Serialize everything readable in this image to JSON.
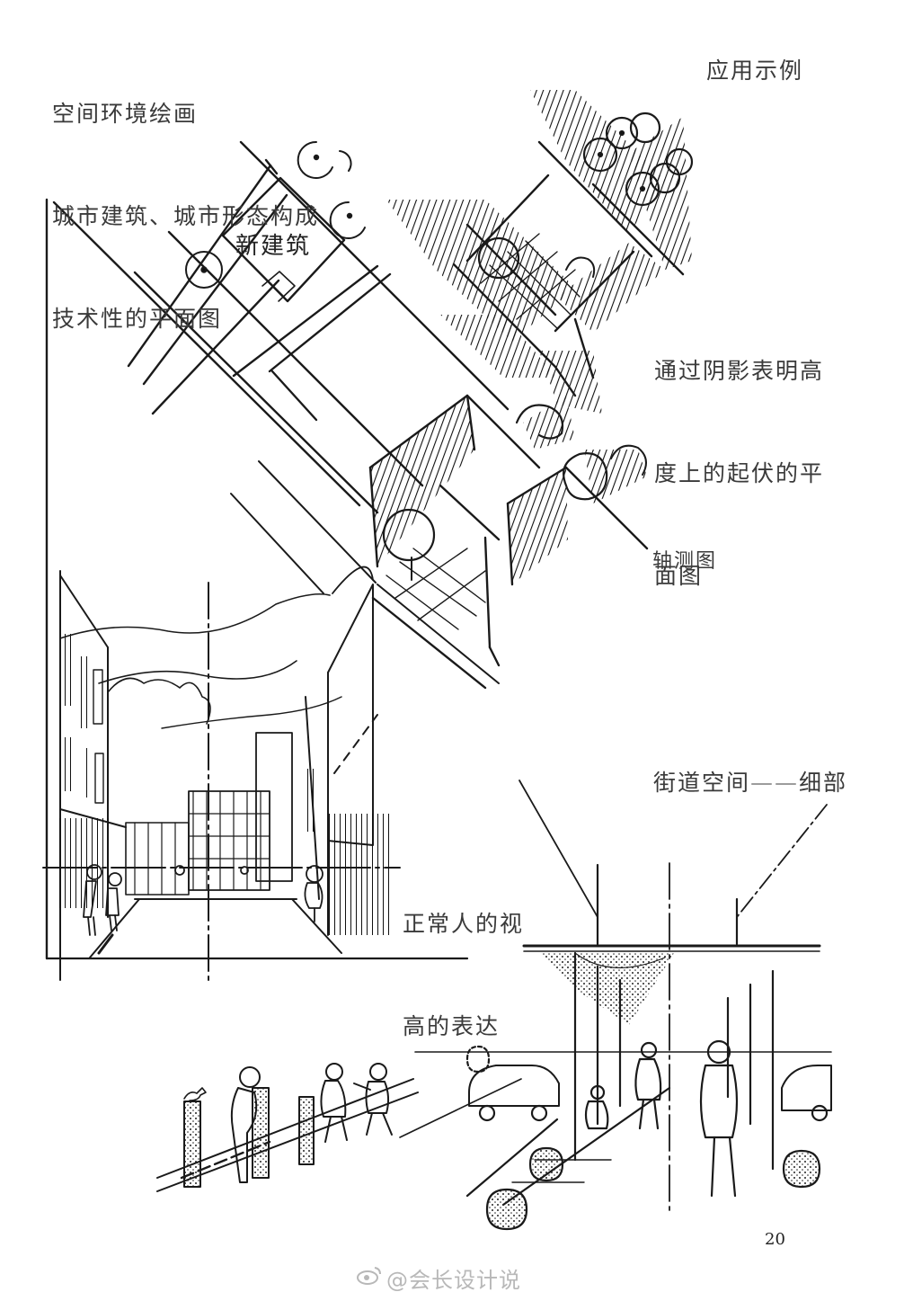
{
  "header": {
    "title_lines": [
      "空间环境绘画",
      "城市建筑、城市形态构成",
      "技术性的平面图"
    ],
    "section_label": "应用示例"
  },
  "plan": {
    "building_label": "新建筑",
    "shadow_caption_lines": [
      "通过阴影表明高",
      "度上的起伏的平",
      "面图"
    ],
    "axonometric_label": "轴测图"
  },
  "perspective": {
    "eye_level_lines": [
      "正常人的视",
      "高的表达"
    ]
  },
  "street": {
    "title": "街道空间——细部"
  },
  "footer": {
    "page_number": "20",
    "watermark": "@会长设计说",
    "watermark_icon": "weibo-icon"
  },
  "colors": {
    "ink": "#1a1a1a",
    "pencil": "#555555",
    "watermark": "#b8b8b8"
  }
}
